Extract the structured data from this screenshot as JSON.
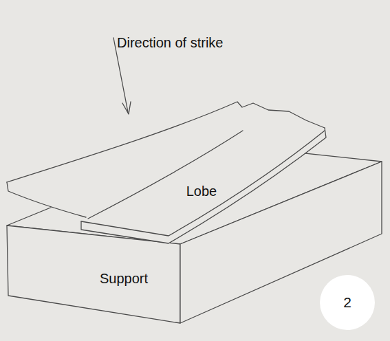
{
  "diagram": {
    "nodes": [
      {
        "text": [
          "2"
        ]
      }
    ],
    "labels": [
      "Direction of strike",
      "Lobe",
      "Support"
    ]
  }
}
